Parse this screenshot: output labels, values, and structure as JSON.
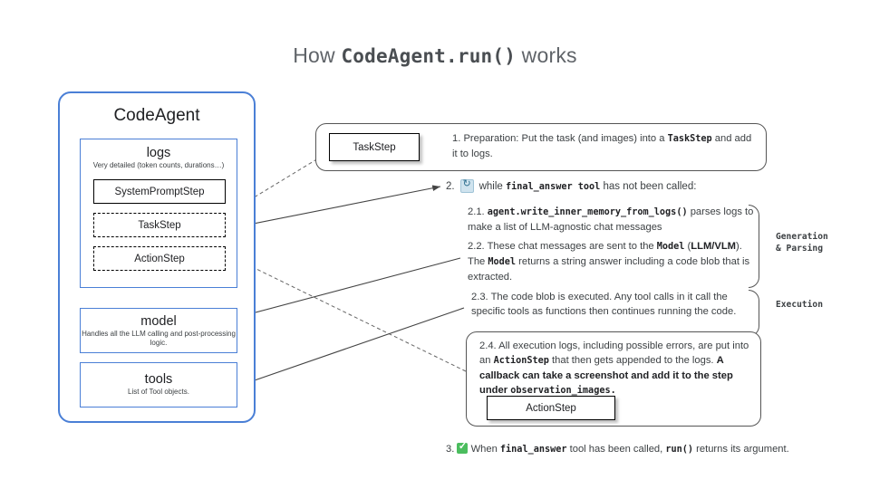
{
  "title": {
    "prefix": "How ",
    "code": "CodeAgent.run()",
    "suffix": " works"
  },
  "agent_panel": {
    "title": "CodeAgent",
    "logs": {
      "title": "logs",
      "subtitle": "Very detailed (token counts, durations…)",
      "steps": [
        {
          "label": "SystemPromptStep",
          "style": "solid"
        },
        {
          "label": "TaskStep",
          "style": "dashed"
        },
        {
          "label": "ActionStep",
          "style": "dashed"
        }
      ]
    },
    "model": {
      "title": "model",
      "subtitle": "Handles all the LLM calling and post-processing logic."
    },
    "tools": {
      "title": "tools",
      "subtitle": "List of Tool objects."
    }
  },
  "steps": {
    "step1": {
      "box_label": "TaskStep",
      "number": "1.",
      "text_a": "Preparation: Put the task (and images) into a ",
      "code_a": "TaskStep",
      "text_b": " and add it to logs."
    },
    "step2_head": {
      "number": "2.",
      "icon": "loop-arrows-icon",
      "text_a": "while ",
      "code_a": "final_answer tool",
      "text_b": " has not been called:"
    },
    "sub21": {
      "number": "2.1.",
      "code_a": "agent.write_inner_memory_from_logs()",
      "text_a": " parses logs to make a list of LLM-agnostic chat messages"
    },
    "sub22": {
      "number": "2.2.",
      "text_a": "These chat messages are sent to the ",
      "code_a": "Model",
      "text_b": " (",
      "bold_a": "LLM/VLM",
      "text_c": "). The ",
      "code_b": "Model",
      "text_d": " returns a string answer including a code blob that is extracted."
    },
    "sub23": {
      "number": "2.3.",
      "text_a": "The code blob is executed. Any tool calls in it call the specific tools as functions then continues running the code."
    },
    "sub24": {
      "number": "2.4.",
      "text_a": "All execution logs, including possible errors, are put into an ",
      "code_a": "ActionStep",
      "text_b": " that then gets appended to the logs. ",
      "bold_a": "A callback can  take a screenshot and add it to the step under ",
      "code_b": "observation_images.",
      "box_label": "ActionStep"
    },
    "step3": {
      "number": "3.",
      "icon": "green-check-icon",
      "text_a": "When ",
      "code_a": "final_answer",
      "text_b": " tool has been called, ",
      "code_b": "run()",
      "text_c": " returns its argument."
    }
  },
  "side_labels": {
    "generation": "Generation\n& Parsing",
    "generation_line1": "Generation",
    "generation_line2": "& Parsing",
    "execution": "Execution"
  },
  "colors": {
    "accent_blue": "#4a7fd6",
    "text_gray": "#3c4043",
    "title_gray": "#5f6368",
    "check_green": "#4bbd5e"
  }
}
